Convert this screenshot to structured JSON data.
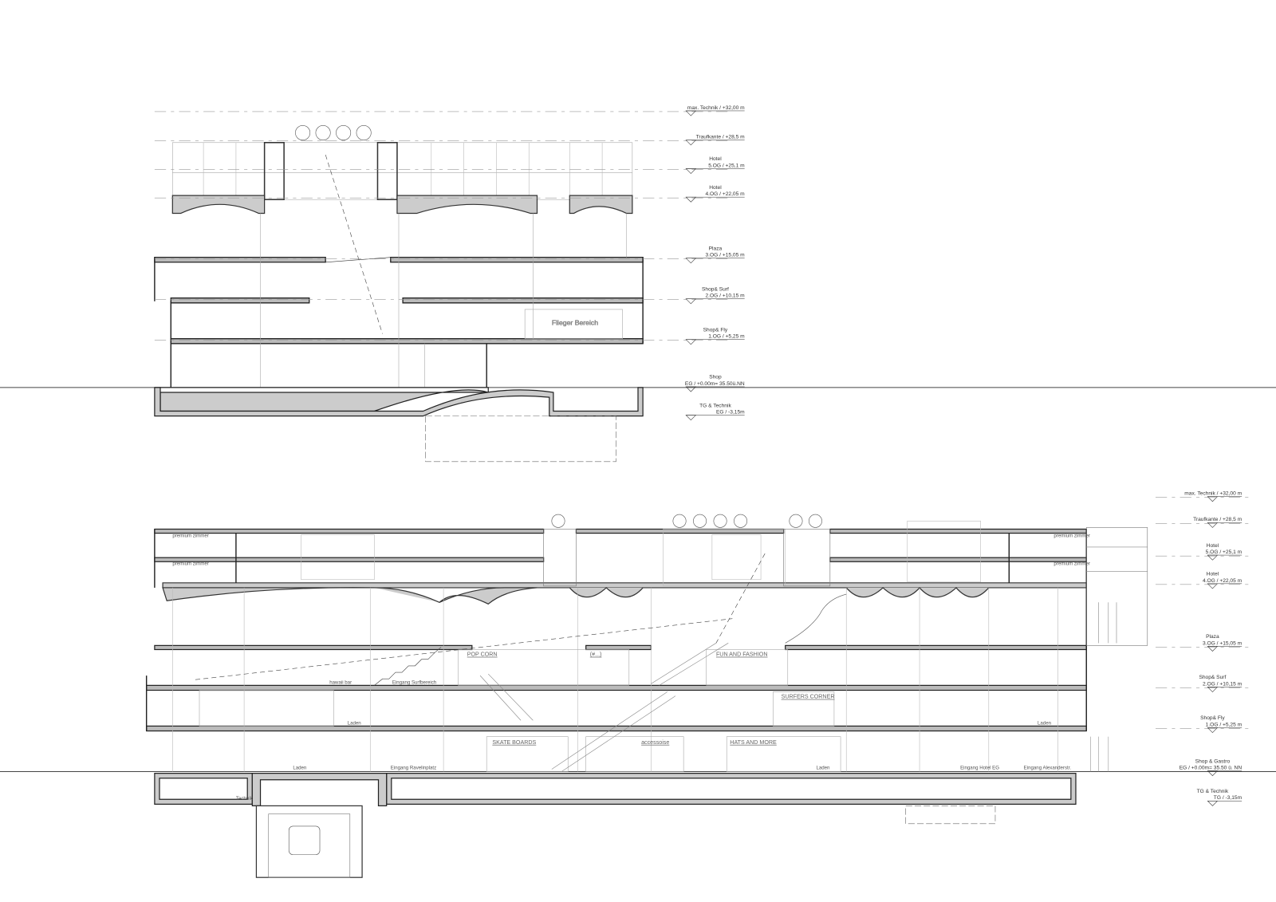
{
  "sections": [
    {
      "levels": [
        {
          "name": "",
          "value": "max. Technik / +32,00 m"
        },
        {
          "name": "",
          "value": "Traufkante / +28,5 m"
        },
        {
          "name": "Hotel",
          "value": "5.OG / +25,1 m"
        },
        {
          "name": "Hotel",
          "value": "4.OG / +22,05 m"
        },
        {
          "name": "Plaza",
          "value": "3.OG / +15,05 m"
        },
        {
          "name": "Shop& Surf",
          "value": "2.OG / +10,15 m"
        },
        {
          "name": "Shop& Fly",
          "value": "1.OG / +5,25 m"
        },
        {
          "name": "Shop",
          "value": "EG / +0.00m= 35.50ü.NN"
        },
        {
          "name": "TG & Technik",
          "value": "EG / -3,15m"
        }
      ],
      "labels": {
        "flieger": "Flieger Bereich"
      }
    },
    {
      "levels": [
        {
          "name": "",
          "value": "max. Technik / +32,00 m"
        },
        {
          "name": "",
          "value": "Traufkante / +28,5 m"
        },
        {
          "name": "Hotel",
          "value": "5.OG / +25,1 m"
        },
        {
          "name": "Hotel",
          "value": "4.OG / +22,05 m"
        },
        {
          "name": "Plaza",
          "value": "3.OG / +15,05 m"
        },
        {
          "name": "Shop& Surf",
          "value": "2.OG / +10,15 m"
        },
        {
          "name": "Shop& Fly",
          "value": "1.OG / +5,25 m"
        },
        {
          "name": "Shop & Gastro",
          "value": "EG / +0.00m= 35.50 ü. NN"
        },
        {
          "name": "TG & Technik",
          "value": "TG / -3,15m"
        }
      ],
      "labels": {
        "premium_1": "premium zimmer",
        "premium_2": "premium zimmer",
        "premium_3": "premium zimmer",
        "premium_4": "premium zimmer",
        "popcorn": "POP CORN",
        "placeholder_shop": "(#...)",
        "fun_fashion": "FUN AND FASHION",
        "surfers_corner": "SURFERS CORNER",
        "skateboards": "SKATE BOARDS",
        "accessoires": "accessoise",
        "hats": "HATS AND MORE",
        "hawaii_bar": "hawaii bar",
        "eingang_surf": "Eingang Surfbereich",
        "eingang_ravelin": "Eingang Ravelinplatz",
        "eingang_hotel": "Eingang Hotel EG",
        "eingang_alex": "Eingang Alexanderstr.",
        "laden_1": "Laden",
        "laden_2": "Laden",
        "laden_3": "Laden",
        "laden_4": "Laden",
        "technik": "Technik"
      }
    }
  ]
}
